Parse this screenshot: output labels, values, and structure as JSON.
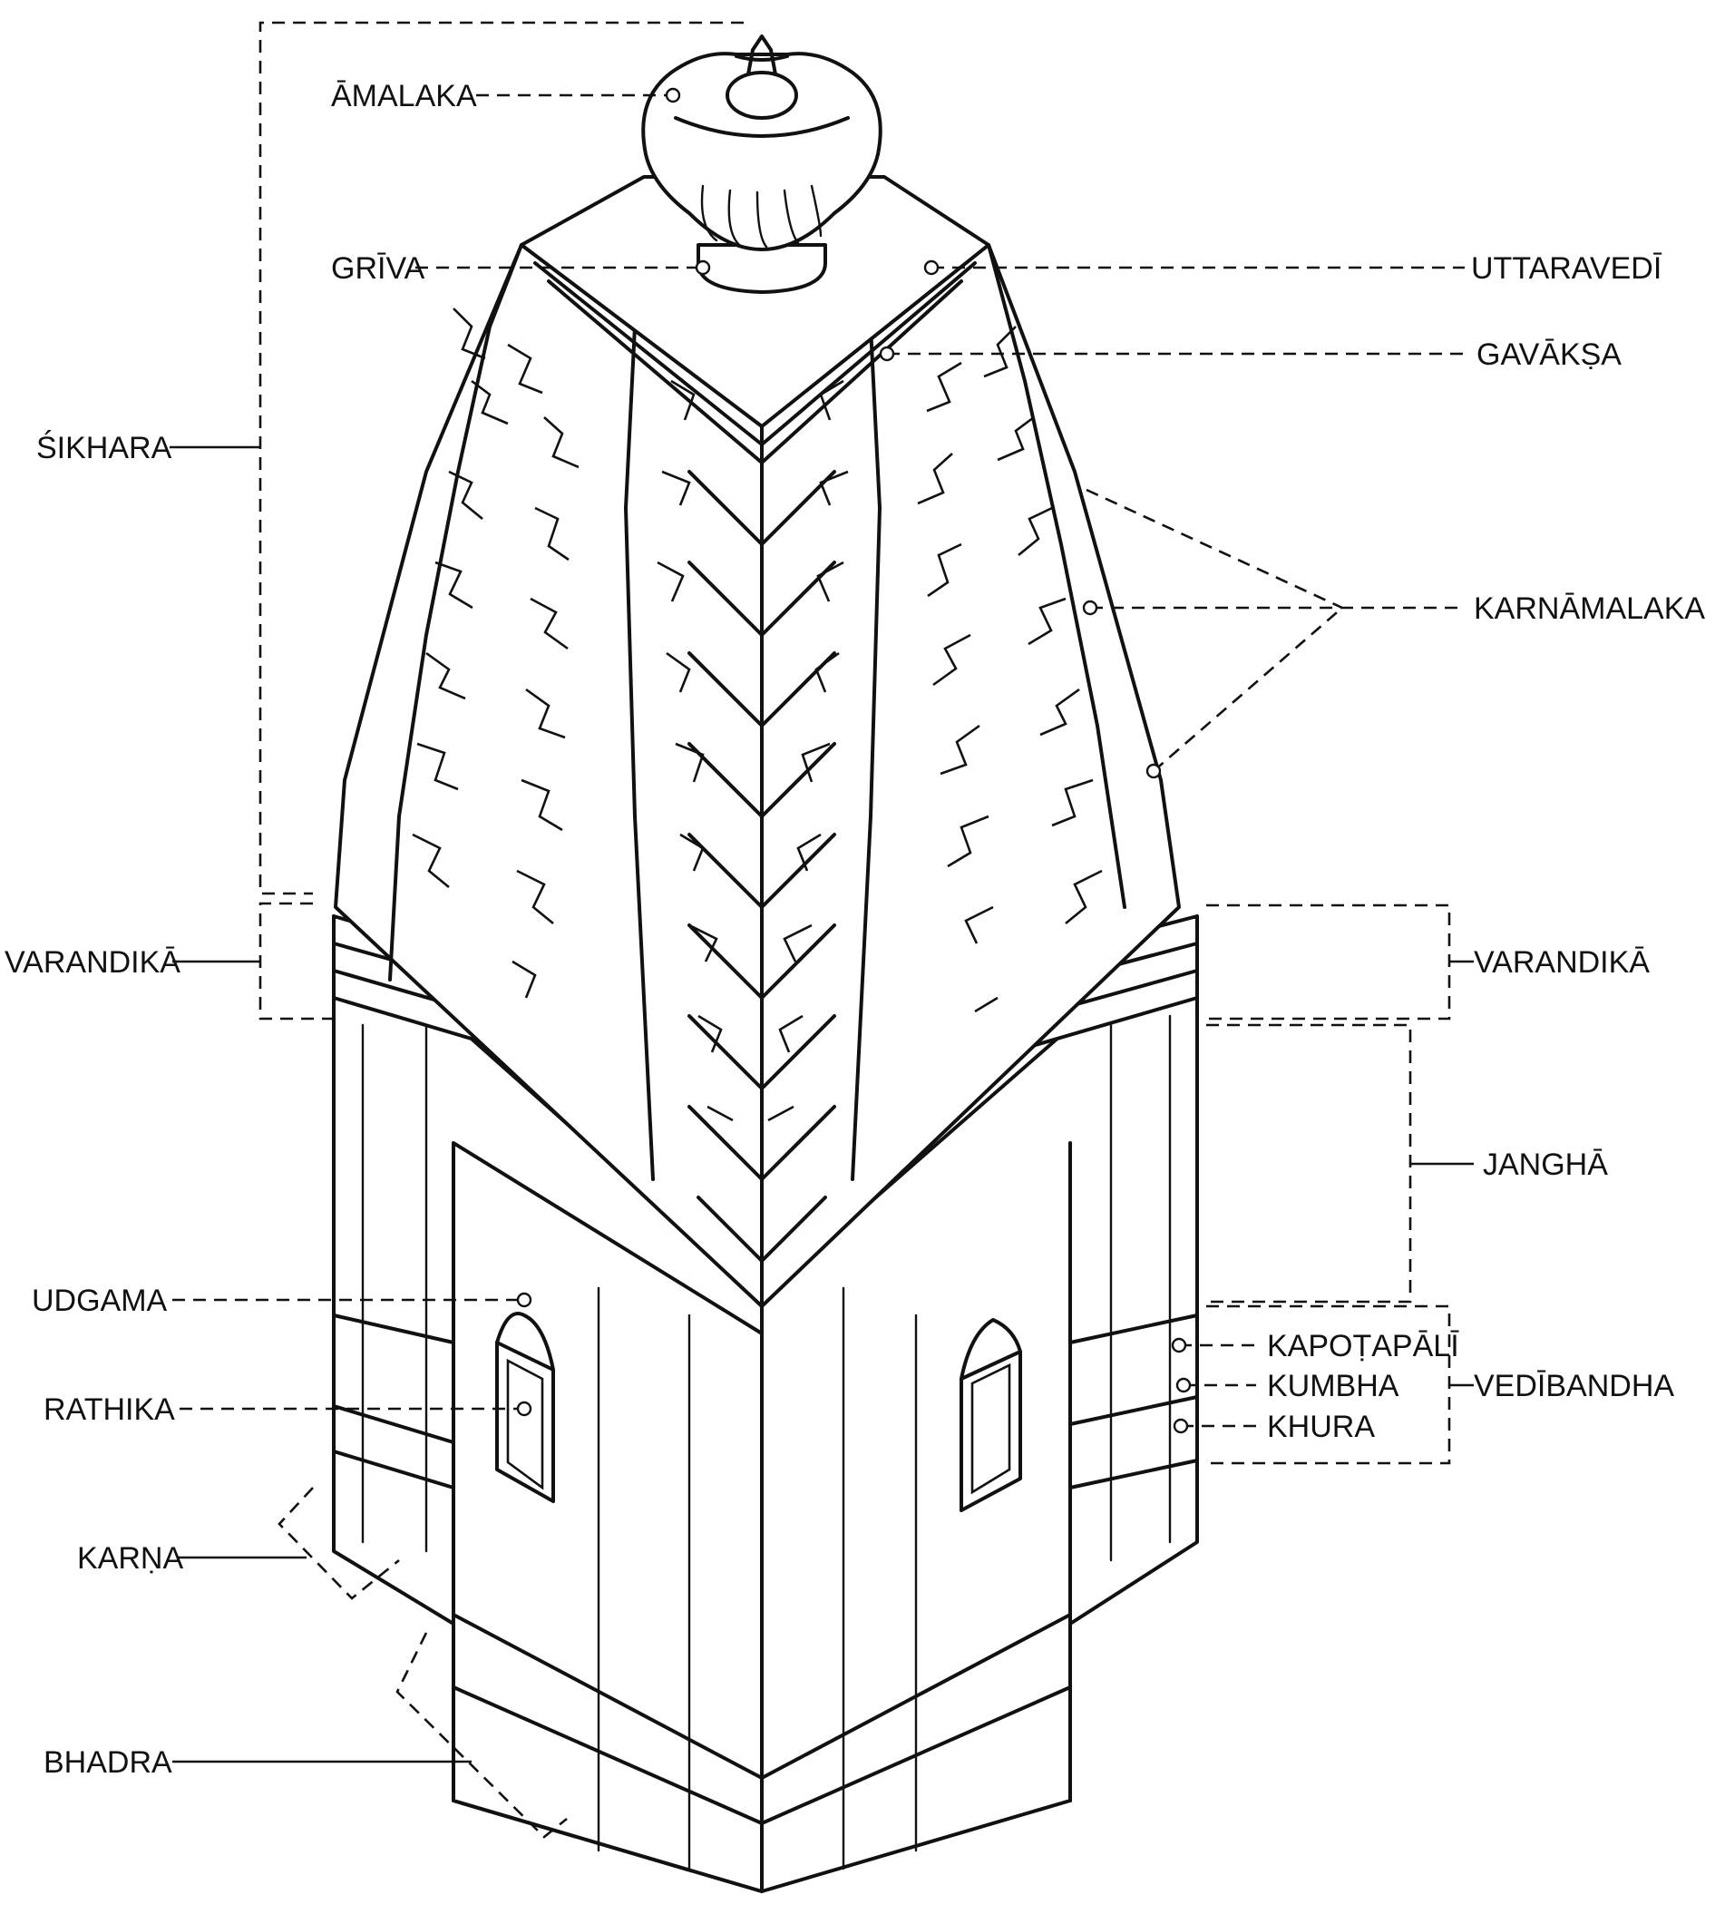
{
  "diagram": {
    "labels": {
      "amalaka": "ĀMALAKA",
      "griva": "GRĪVA",
      "uttaravedi": "UTTARAVEDĪ",
      "gavaksa": "GAVĀKṢA",
      "sikhara": "ŚIKHARA",
      "karnamalaka": "KARNĀMALAKA",
      "varandika_left": "VARANDIKĀ",
      "varandika_right": "VARANDIKĀ",
      "jangha": "JANGHĀ",
      "udgama": "UDGAMA",
      "kapotapali": "KAPOṬAPĀLĪ",
      "kumbha": "KUMBHA",
      "khura": "KHURA",
      "vedibandha": "VEDĪBANDHA",
      "rathika": "RATHIKA",
      "karna": "KARṆA",
      "bhadra": "BHADRA"
    },
    "colors": {
      "ink": "#111111",
      "paper": "#ffffff"
    }
  }
}
